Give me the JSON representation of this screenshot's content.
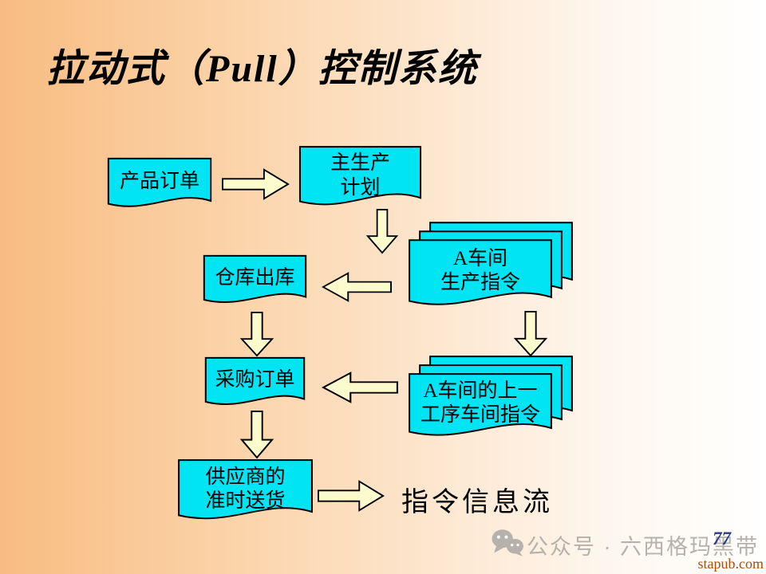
{
  "slide": {
    "title": "拉动式（Pull）控制系统",
    "page_number": "77",
    "watermark": "stapub.com",
    "footer_text": "公众号 · 六西格玛黑带"
  },
  "diagram": {
    "product_order": "产品订单",
    "master_plan": {
      "line1": "主生产",
      "line2": "计划"
    },
    "workshop_a": {
      "line1": "A车间",
      "line2": "生产指令"
    },
    "warehouse_out": "仓库出库",
    "purchase_order": "采购订单",
    "upstream": {
      "line1": "A车间的上一",
      "line2": "工序车间指令"
    },
    "supplier": {
      "line1": "供应商的",
      "line2": "准时送货"
    },
    "flow_label": "指令信息流",
    "colors": {
      "box_fill": "#00e4f4",
      "arrow_fill": "#fbfbce",
      "outline": "#000000",
      "background_left": "#f8bc82",
      "background_right": "#ffffff",
      "footer_gray": "#b7b1ab",
      "page_number_blue": "#2b3a8c",
      "watermark_red": "#b04a00"
    }
  }
}
